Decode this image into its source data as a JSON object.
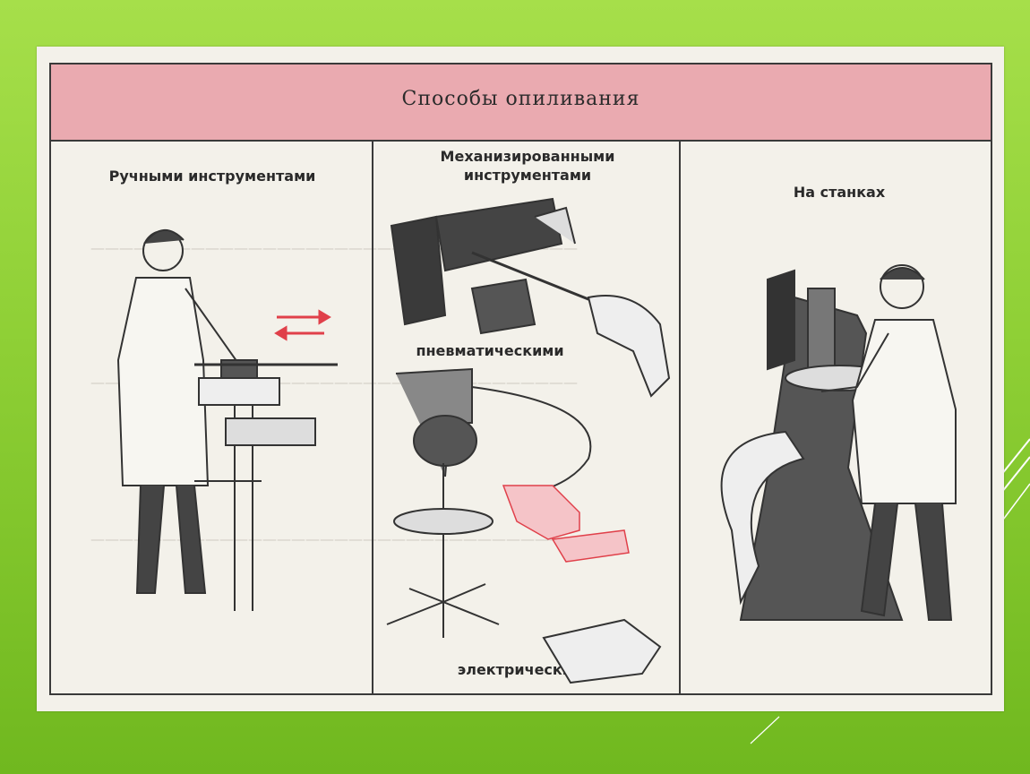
{
  "title": "Способы опиливания",
  "columns": [
    {
      "label": "Ручными инструментами"
    },
    {
      "label_line1": "Механизированными",
      "label_line2": "инструментами",
      "sublabels": [
        "пневматическими",
        "электрическими"
      ]
    },
    {
      "label": "На станках"
    }
  ],
  "colors": {
    "slide_background": "#8ecf35",
    "header_band": "#eaaab0",
    "accent_red": "#e0404a",
    "ink": "#3a3a3a",
    "paper": "#f3f1ea"
  }
}
